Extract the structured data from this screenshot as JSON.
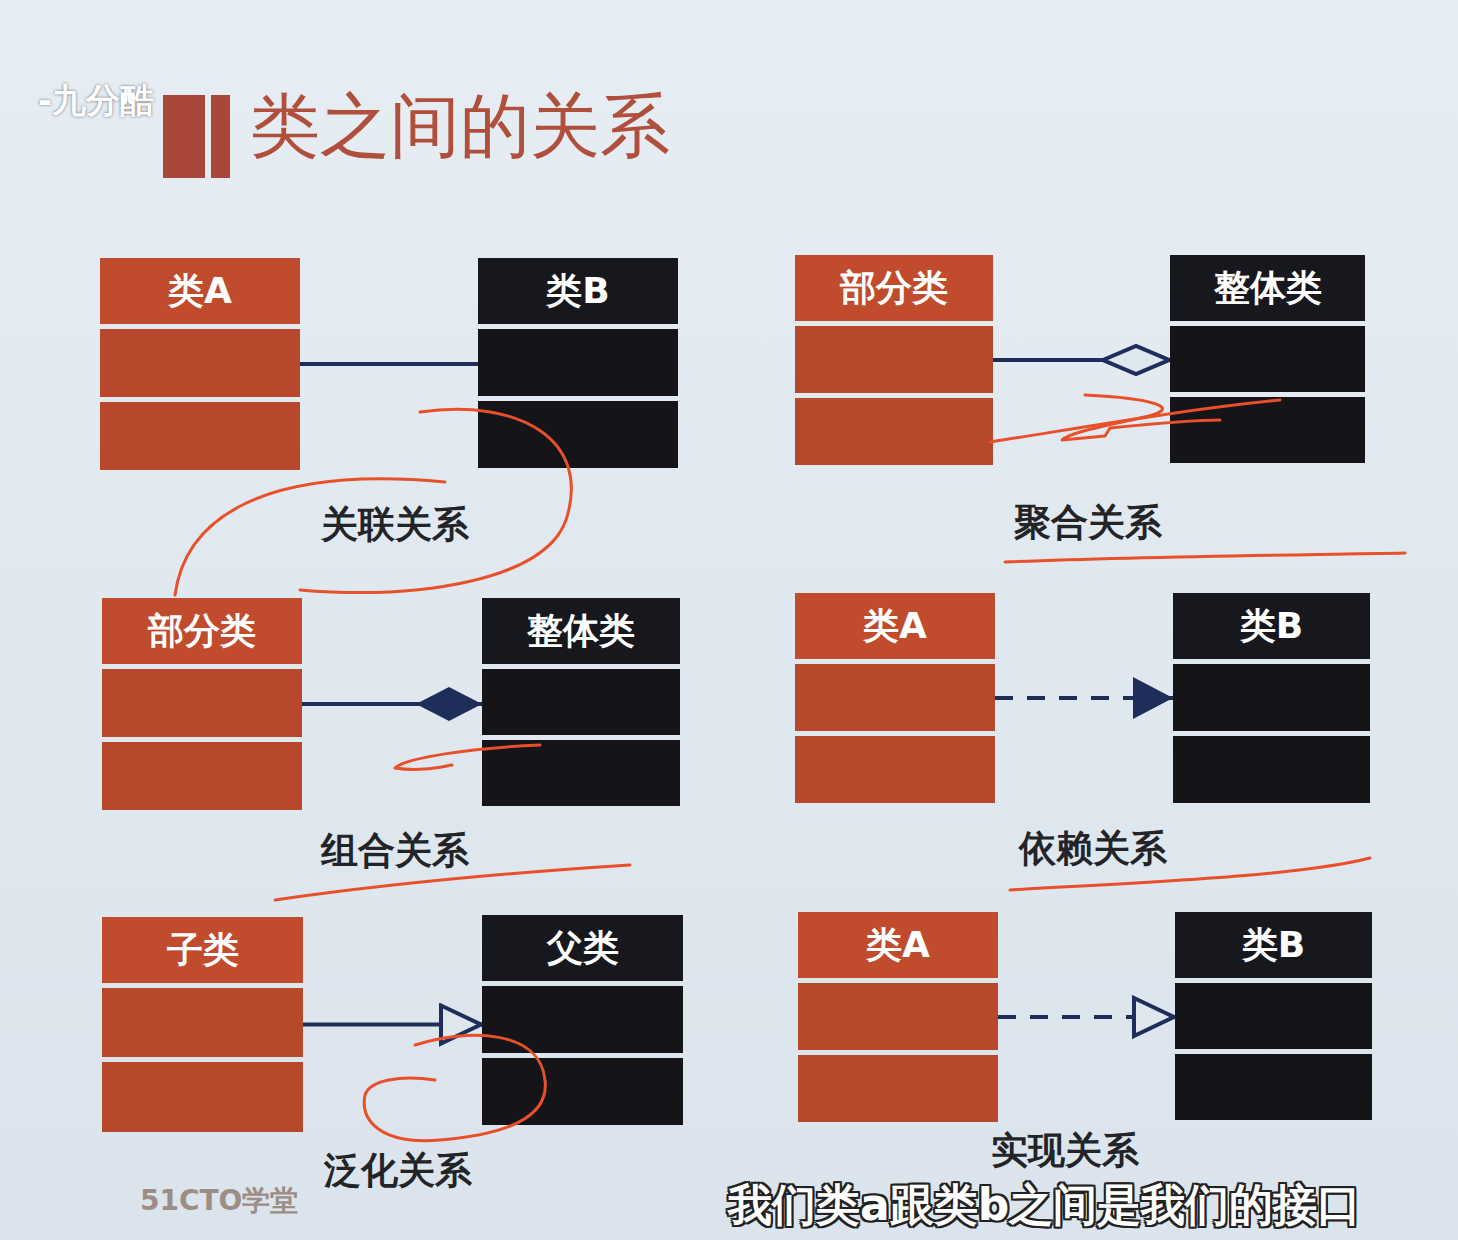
{
  "diagram": {
    "title": "类之间的关系",
    "nodes": [
      {
        "text": [
          "类A"
        ]
      },
      {
        "text": [
          "类B"
        ]
      },
      {
        "text": [
          "部分类"
        ]
      },
      {
        "text": [
          "整体类"
        ]
      },
      {
        "text": [
          "部分类"
        ]
      },
      {
        "text": [
          "整体类"
        ]
      },
      {
        "text": [
          "类A"
        ]
      },
      {
        "text": [
          "类B"
        ]
      },
      {
        "text": [
          "子类"
        ]
      },
      {
        "text": [
          "父类"
        ]
      },
      {
        "text": [
          "类A"
        ]
      },
      {
        "text": [
          "类B"
        ]
      }
    ],
    "edges": [
      {
        "from": 0,
        "to": 1,
        "arrow": "none"
      },
      {
        "from": 2,
        "to": 3,
        "arrow": "to"
      },
      {
        "from": 4,
        "to": 5,
        "arrow": "to"
      },
      {
        "from": 6,
        "to": 7,
        "arrow": "to"
      },
      {
        "from": 8,
        "to": 9,
        "arrow": "to"
      },
      {
        "from": 10,
        "to": 11,
        "arrow": "to"
      }
    ],
    "labels": [
      "关联关系",
      "聚合关系",
      "组合关系",
      "依赖关系",
      "泛化关系",
      "实现关系",
      "-九分酷",
      "51CTO学堂",
      "我们类a跟类b之间是我们的接口"
    ]
  }
}
